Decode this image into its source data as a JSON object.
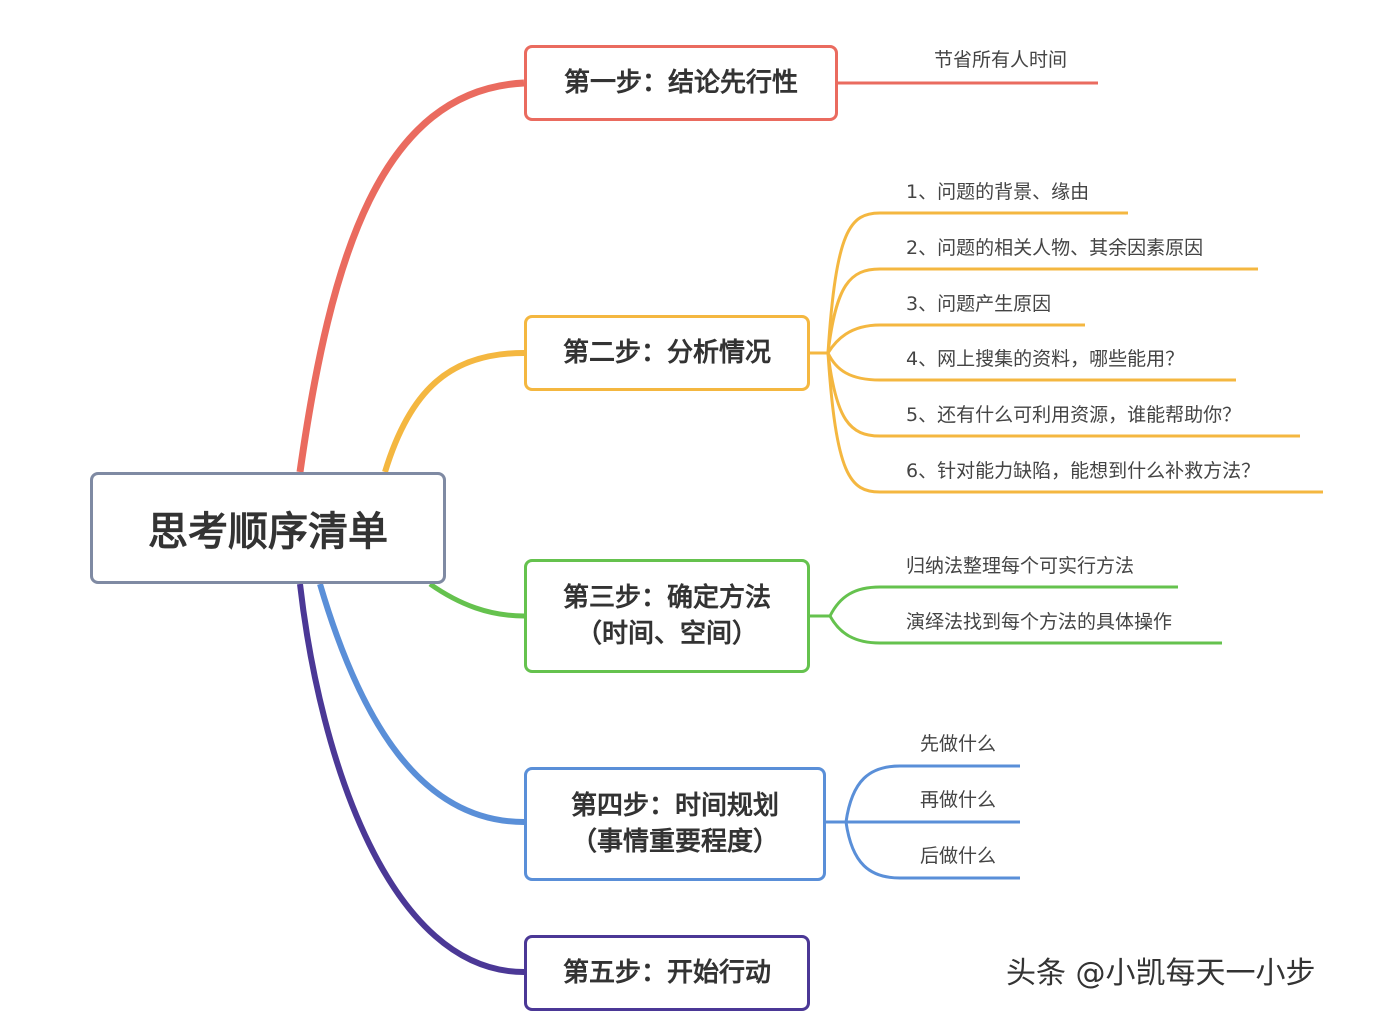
{
  "root": {
    "title": "思考顺序清单"
  },
  "steps": [
    {
      "line1": "第一步：结论先行性",
      "line2": "",
      "color": "#ea6b5f",
      "leaves": [
        "节省所有人时间"
      ]
    },
    {
      "line1": "第二步：分析情况",
      "line2": "",
      "color": "#f4b740",
      "leaves": [
        "1、问题的背景、缘由",
        "2、问题的相关人物、其余因素原因",
        "3、问题产生原因",
        "4、网上搜集的资料，哪些能用？",
        "5、还有什么可利用资源，谁能帮助你？",
        "6、针对能力缺陷，能想到什么补救方法？"
      ]
    },
    {
      "line1": "第三步：确定方法",
      "line2": "（时间、空间）",
      "color": "#65c24e",
      "leaves": [
        "归纳法整理每个可实行方法",
        "演绎法找到每个方法的具体操作"
      ]
    },
    {
      "line1": "第四步：时间规划",
      "line2": "（事情重要程度）",
      "color": "#5a8fd8",
      "leaves": [
        "先做什么",
        "再做什么",
        "后做什么"
      ]
    },
    {
      "line1": "第五步：开始行动",
      "line2": "",
      "color": "#4b3896",
      "leaves": []
    }
  ],
  "watermark": "头条 @小凯每天一小步"
}
